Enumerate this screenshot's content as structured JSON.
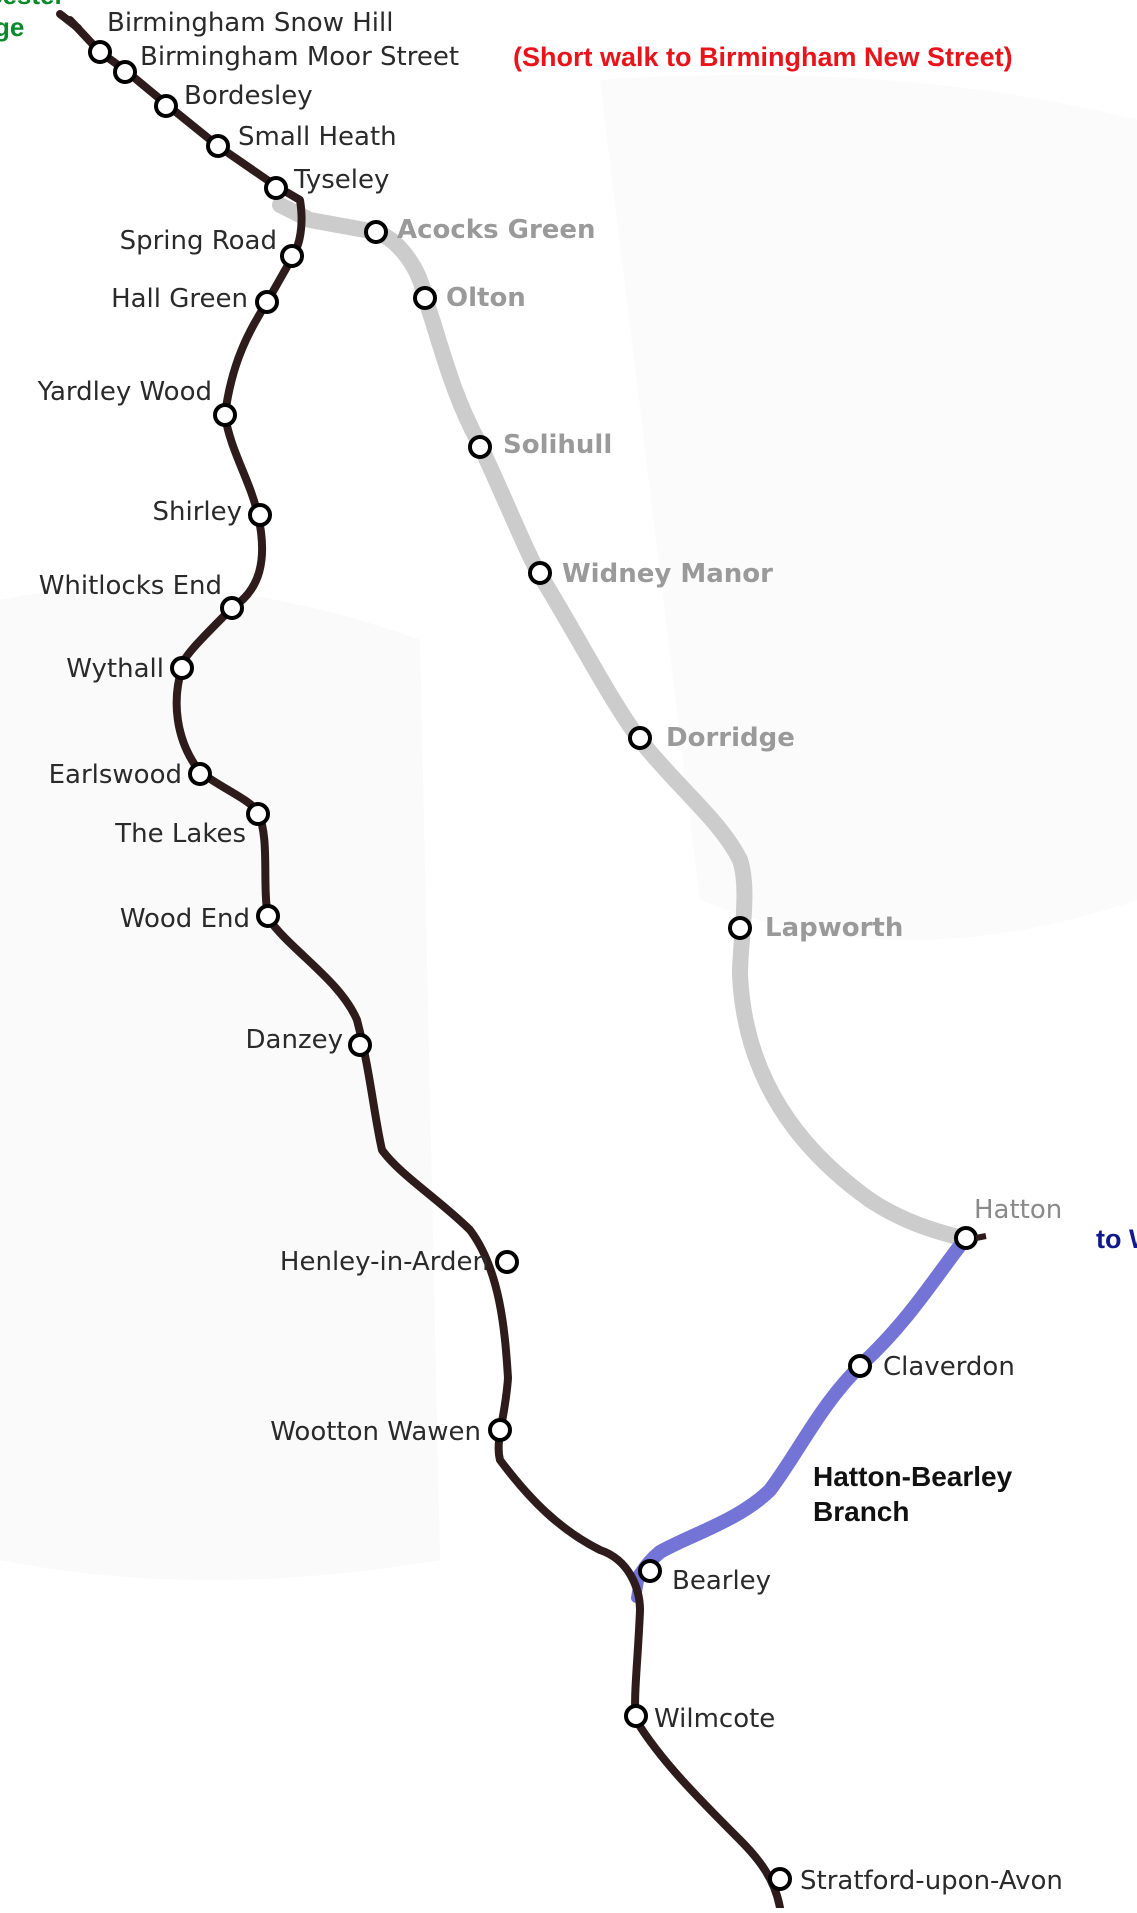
{
  "colors": {
    "main_line": "#2e1c1c",
    "solihull_line": "#cccccc",
    "branch_line": "#7474d6",
    "red_note": "#e8141b",
    "green_note": "#0a8a2a",
    "navy_note": "#101a8c"
  },
  "notes": {
    "new_street": "(Short walk to Birmingham New Street)",
    "top_left_1": "cester",
    "top_left_2": "ge",
    "right_edge": "to W"
  },
  "branch_label": {
    "line1": "Hatton-Bearley",
    "line2": "Branch"
  },
  "stations": {
    "snow_hill": "Birmingham Snow Hill",
    "moor_street": "Birmingham Moor Street",
    "bordesley": "Bordesley",
    "small_heath": "Small Heath",
    "tyseley": "Tyseley",
    "spring_road": "Spring Road",
    "hall_green": "Hall Green",
    "yardley_wood": "Yardley Wood",
    "shirley": "Shirley",
    "whitlocks_end": "Whitlocks End",
    "wythall": "Wythall",
    "earlswood": "Earlswood",
    "the_lakes": "The Lakes",
    "wood_end": "Wood End",
    "danzey": "Danzey",
    "henley": "Henley-in-Arden",
    "wootton_wawen": "Wootton Wawen",
    "bearley": "Bearley",
    "wilmcote": "Wilmcote",
    "stratford": "Stratford-upon-Avon",
    "acocks_green": "Acocks Green",
    "olton": "Olton",
    "solihull": "Solihull",
    "widney_manor": "Widney Manor",
    "dorridge": "Dorridge",
    "lapworth": "Lapworth",
    "hatton": "Hatton",
    "claverdon": "Claverdon"
  }
}
